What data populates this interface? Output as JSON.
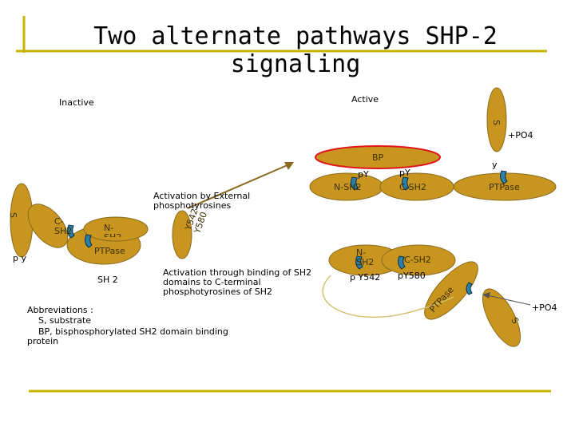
{
  "slide": {
    "title": "Two alternate pathways SHP-2 signaling",
    "states": {
      "inactive": "Inactive",
      "active": "Active"
    },
    "left_complex": {
      "substrate": "S",
      "py": "p y",
      "c_sh2": "C-SH2",
      "n_sh2": "N-SH2",
      "ptpase": "PTPase",
      "sh2": "SH 2",
      "residues": "Y542 Y580"
    },
    "arrow_label": "Activation by External phosphotyrosines",
    "active_top": {
      "substrate": "S",
      "po4": "+PO4",
      "bp": "BP",
      "py_left": "pY",
      "py_right": "pY",
      "n_sh2": "N-SH2",
      "c_sh2": "C-SH2",
      "y": "y",
      "ptpase": "PTPase"
    },
    "intra_label": "Activation through binding of SH2 domains to C-terminal phosphotyrosines of SH2",
    "active_bottom": {
      "n_sh2": "N-SH2",
      "c_sh2": "C-SH2",
      "py542": "p Y542",
      "py580": "pY580",
      "ptpase": "PTPase",
      "po4": "+PO4",
      "substrate": "S"
    },
    "abbreviations": {
      "heading": "Abbreviations :",
      "s": "S, substrate",
      "bp": "BP, bisphosphorylated SH2 domain binding protein"
    }
  },
  "colors": {
    "oval_fill": "#c8961e",
    "oval_stroke": "#8a6a1e",
    "bp_fill": "#c8961e",
    "bp_stroke": "#e0161c",
    "clamp_fill": "#2e7fa8",
    "frame": "#c8b400"
  }
}
